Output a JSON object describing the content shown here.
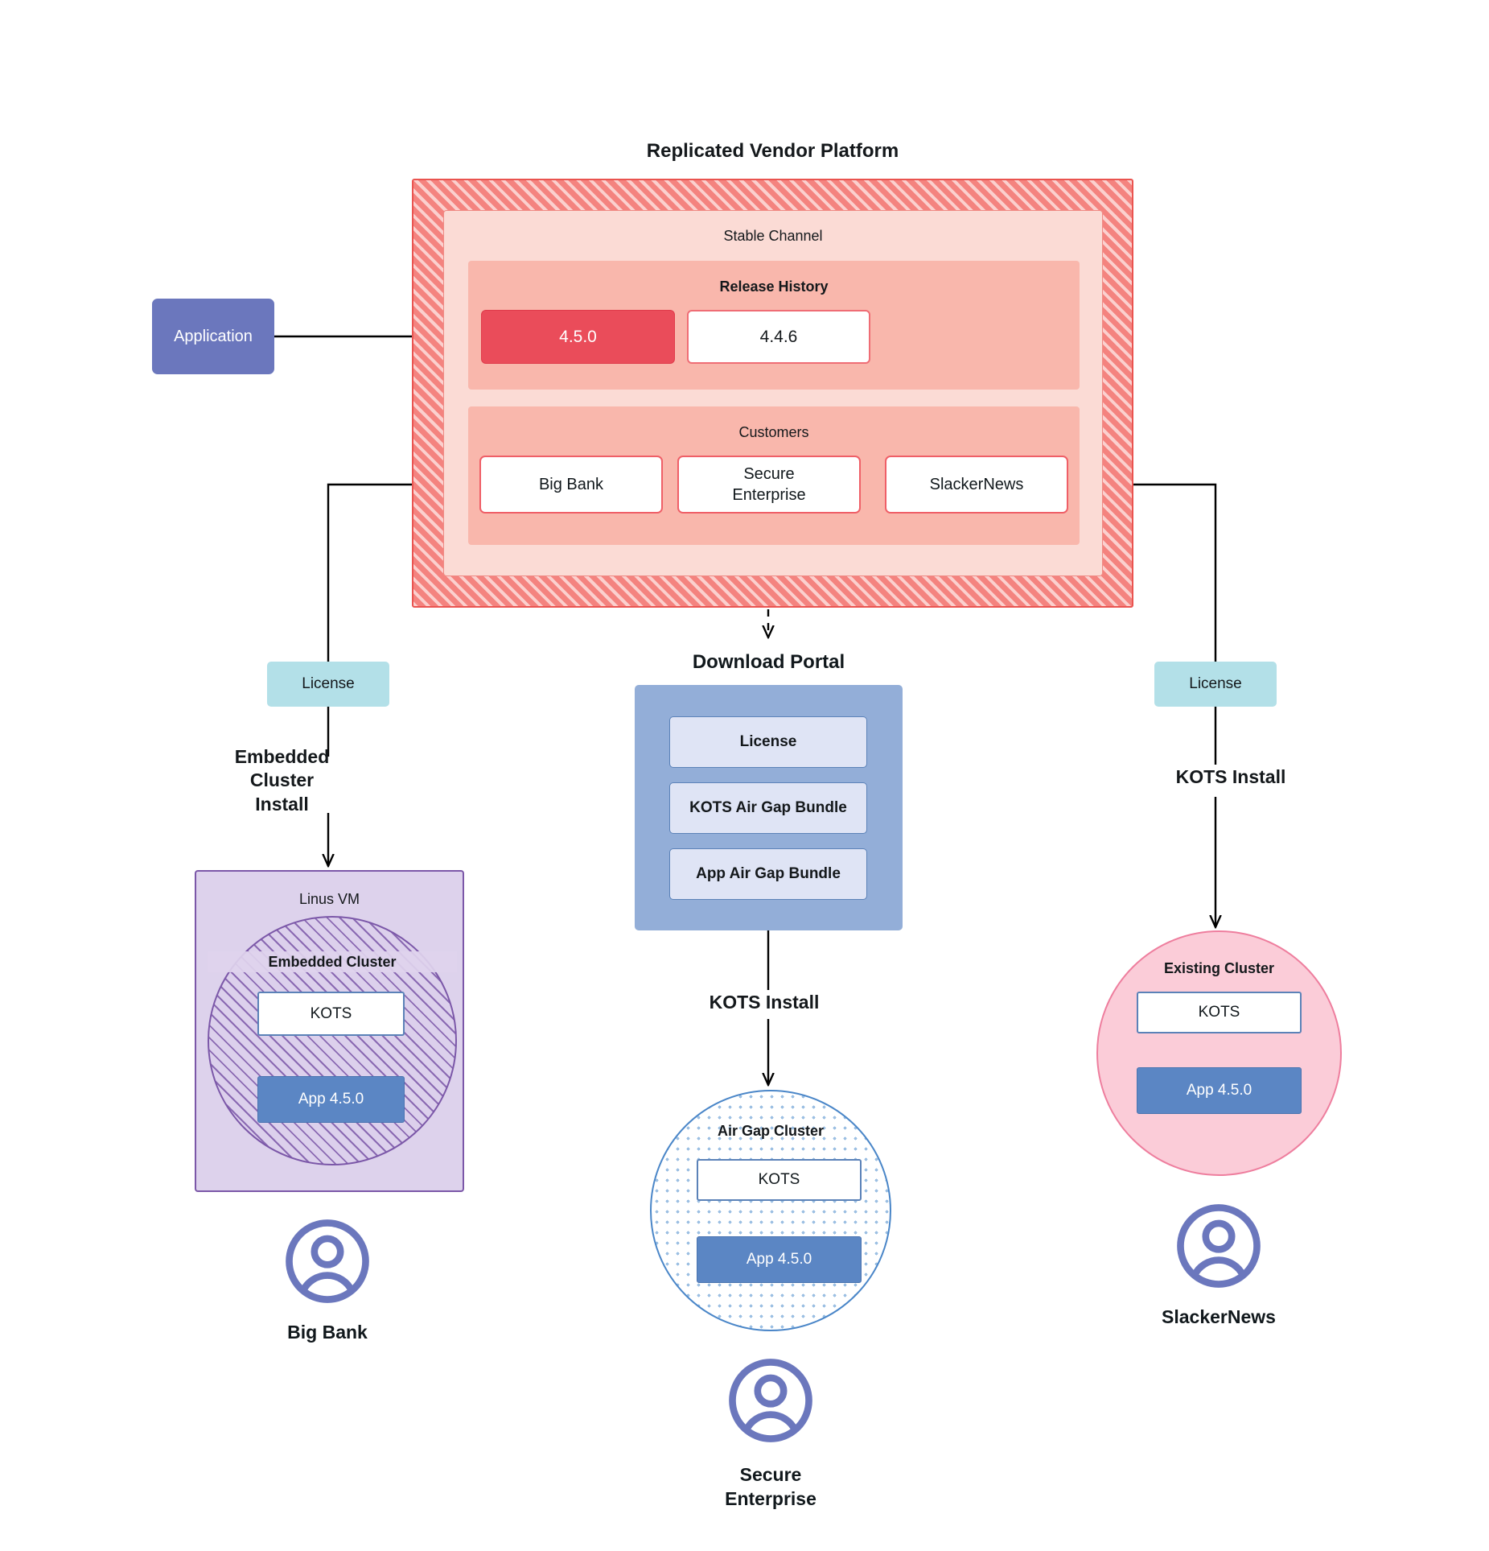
{
  "vendor_platform": {
    "title": "Replicated Vendor Platform",
    "stable_channel": {
      "title": "Stable Channel",
      "release_history": {
        "title": "Release History",
        "releases": [
          {
            "version": "4.5.0",
            "state": "latest"
          },
          {
            "version": "4.4.6",
            "state": "previous"
          }
        ]
      },
      "customers": {
        "title": "Customers",
        "items": [
          {
            "name": "Big Bank"
          },
          {
            "name": "Secure\nEnterprise"
          },
          {
            "name": "SlackerNews"
          }
        ]
      }
    }
  },
  "application": {
    "label": "Application"
  },
  "licenses": {
    "left": {
      "label": "License"
    },
    "right": {
      "label": "License"
    }
  },
  "download_portal": {
    "title": "Download  Portal",
    "items": [
      {
        "label": "License"
      },
      {
        "label": "KOTS Air Gap Bundle"
      },
      {
        "label": "App Air Gap Bundle"
      }
    ]
  },
  "install_labels": {
    "embedded_cluster": "Embedded Cluster\nInstall",
    "kots_center": "KOTS Install",
    "kots_right": "KOTS Install"
  },
  "targets": {
    "left": {
      "host_title": "Linus VM",
      "cluster_title": "Embedded Cluster",
      "kots": "KOTS",
      "app": "App 4.5.0"
    },
    "center": {
      "cluster_title": "Air Gap Cluster",
      "kots": "KOTS",
      "app": "App 4.5.0"
    },
    "right": {
      "cluster_title": "Existing Cluster",
      "kots": "KOTS",
      "app": "App 4.5.0"
    }
  },
  "personas": [
    {
      "name": "Big Bank",
      "icon": "user-avatar-icon"
    },
    {
      "name": "Secure\nEnterprise",
      "icon": "user-avatar-icon"
    },
    {
      "name": "SlackerNews",
      "icon": "user-avatar-icon"
    }
  ],
  "colors": {
    "platform_red": "#f4837f",
    "platform_border": "#ea5450",
    "channel_pink": "#fbdbd5",
    "panel_pink": "#f9b7ac",
    "release_latest": "#ea4c5a",
    "application_purple": "#6b77bd",
    "license_cyan": "#b3e0e8",
    "portal_blue": "#93aed8",
    "portal_item": "#dfe4f5",
    "app_blue": "#5b86c4",
    "vm_purple": "#ddd2ec",
    "vm_border": "#7b57a8",
    "existing_pink": "#fbccd8",
    "existing_border": "#ee7e9e",
    "airgap_border": "#4a86c8",
    "persona": "#6b77bd"
  }
}
